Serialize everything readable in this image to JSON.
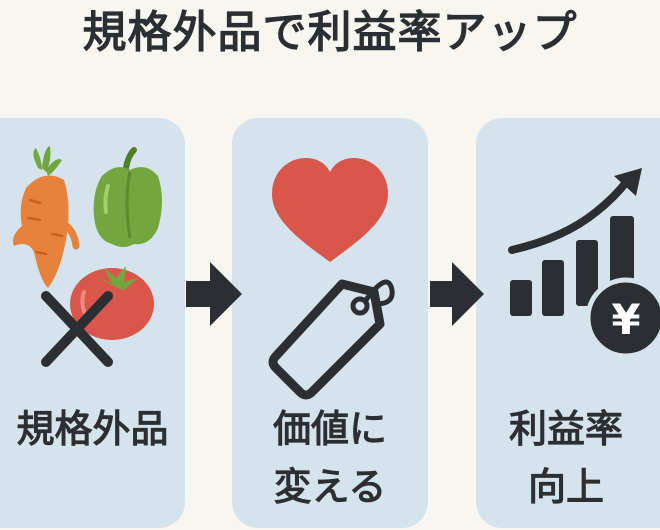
{
  "title": "規格外品で利益率アップ",
  "steps": [
    {
      "line1": "規格外品",
      "line2": ""
    },
    {
      "line1": "価値に",
      "line2": "変える"
    },
    {
      "line1": "利益率",
      "line2": "向上"
    }
  ],
  "currency_symbol": "¥",
  "colors": {
    "background": "#f8f6f1",
    "panel": "#d5e3ec",
    "dark": "#2b2f33",
    "heart": "#d9574a",
    "carrot": "#e8813a",
    "pepper": "#73a63f",
    "tomato": "#d9574a"
  },
  "icons": [
    "carrot-icon",
    "pepper-icon",
    "tomato-icon",
    "cross-icon",
    "arrow-right-icon",
    "heart-icon",
    "price-tag-icon",
    "growth-chart-icon",
    "yen-coin-icon"
  ]
}
